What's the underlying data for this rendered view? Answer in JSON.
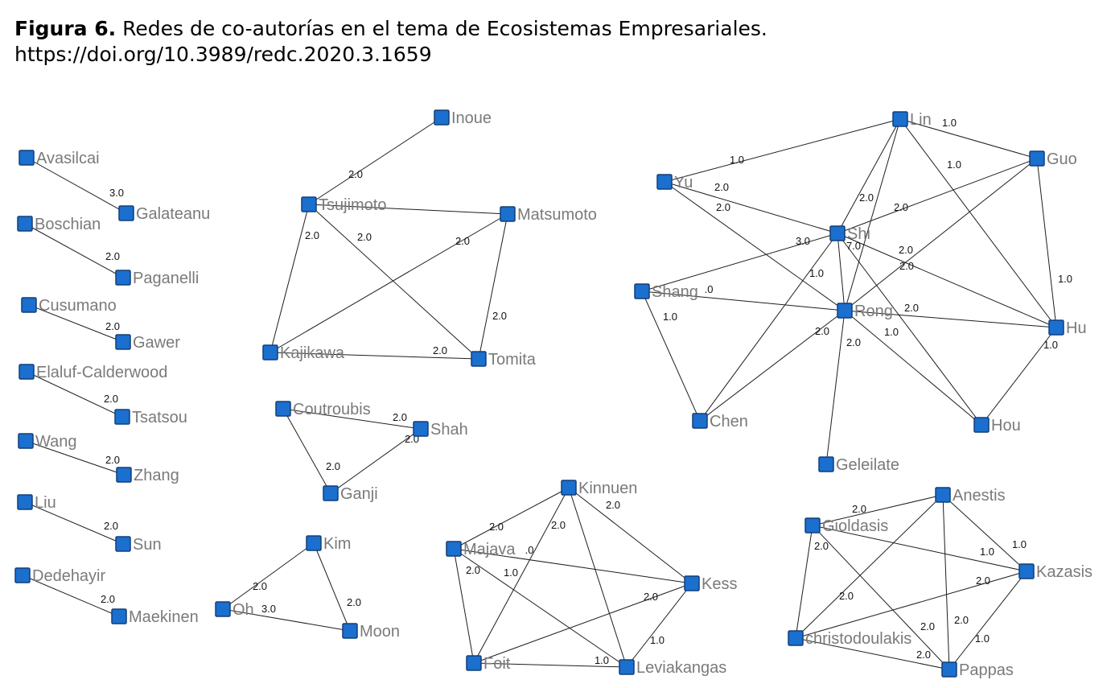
{
  "figure": {
    "label": "Figura 6.",
    "title": "Redes de co-autorías en el tema de Ecosistemas Empresariales.",
    "doi": "https://doi.org/10.3989/redc.2020.3.1659"
  },
  "network": {
    "nodes": [
      {
        "id": "avasilcai",
        "label": "Avasilcai"
      },
      {
        "id": "galateanu",
        "label": "Galateanu"
      },
      {
        "id": "boschian",
        "label": "Boschian"
      },
      {
        "id": "paganelli",
        "label": "Paganelli"
      },
      {
        "id": "cusumano",
        "label": "Cusumano"
      },
      {
        "id": "gawer",
        "label": "Gawer"
      },
      {
        "id": "elaluf",
        "label": "Elaluf-Calderwood"
      },
      {
        "id": "tsatsou",
        "label": "Tsatsou"
      },
      {
        "id": "wang",
        "label": "Wang"
      },
      {
        "id": "zhang",
        "label": "Zhang"
      },
      {
        "id": "liu",
        "label": "Liu"
      },
      {
        "id": "sun",
        "label": "Sun"
      },
      {
        "id": "dedehayir",
        "label": "Dedehayir"
      },
      {
        "id": "maekinen",
        "label": "Maekinen"
      },
      {
        "id": "inoue",
        "label": "Inoue"
      },
      {
        "id": "tsujimoto",
        "label": "Tsujimoto"
      },
      {
        "id": "matsumoto",
        "label": "Matsumoto"
      },
      {
        "id": "kajikawa",
        "label": "Kajikawa"
      },
      {
        "id": "tomita",
        "label": "Tomita"
      },
      {
        "id": "coutroubis",
        "label": "Coutroubis"
      },
      {
        "id": "shah",
        "label": "Shah"
      },
      {
        "id": "ganji",
        "label": "Ganji"
      },
      {
        "id": "kim",
        "label": "Kim"
      },
      {
        "id": "oh",
        "label": "Oh"
      },
      {
        "id": "moon",
        "label": "Moon"
      },
      {
        "id": "kinnuen",
        "label": "Kinnuen"
      },
      {
        "id": "majava",
        "label": "Majava"
      },
      {
        "id": "kess",
        "label": "Kess"
      },
      {
        "id": "foit",
        "label": "Foit"
      },
      {
        "id": "leviakangas",
        "label": "Leviakangas"
      },
      {
        "id": "lin",
        "label": "Lin"
      },
      {
        "id": "guo",
        "label": "Guo"
      },
      {
        "id": "yu",
        "label": "Yu"
      },
      {
        "id": "shi",
        "label": "Shi"
      },
      {
        "id": "shang",
        "label": "Shang"
      },
      {
        "id": "rong",
        "label": "Rong"
      },
      {
        "id": "hu",
        "label": "Hu"
      },
      {
        "id": "chen",
        "label": "Chen"
      },
      {
        "id": "hou",
        "label": "Hou"
      },
      {
        "id": "geleilate",
        "label": "Geleilate"
      },
      {
        "id": "anestis",
        "label": "Anestis"
      },
      {
        "id": "gioldasis",
        "label": "Gioldasis"
      },
      {
        "id": "kazasis",
        "label": "Kazasis"
      },
      {
        "id": "christodoulakis",
        "label": "christodoulakis"
      },
      {
        "id": "pappas",
        "label": "Pappas"
      }
    ],
    "edges": [
      {
        "source": "avasilcai",
        "target": "galateanu",
        "weight": "3.0"
      },
      {
        "source": "boschian",
        "target": "paganelli",
        "weight": "2.0"
      },
      {
        "source": "cusumano",
        "target": "gawer",
        "weight": "2.0"
      },
      {
        "source": "elaluf",
        "target": "tsatsou",
        "weight": "2.0"
      },
      {
        "source": "wang",
        "target": "zhang",
        "weight": "2.0"
      },
      {
        "source": "liu",
        "target": "sun",
        "weight": "2.0"
      },
      {
        "source": "dedehayir",
        "target": "maekinen",
        "weight": "2.0"
      },
      {
        "source": "inoue",
        "target": "tsujimoto",
        "weight": "2.0"
      },
      {
        "source": "tsujimoto",
        "target": "matsumoto",
        "weight": ""
      },
      {
        "source": "tsujimoto",
        "target": "kajikawa",
        "weight": "2.0"
      },
      {
        "source": "tsujimoto",
        "target": "tomita",
        "weight": "2.0"
      },
      {
        "source": "matsumoto",
        "target": "kajikawa",
        "weight": "2.0"
      },
      {
        "source": "matsumoto",
        "target": "tomita",
        "weight": "2.0"
      },
      {
        "source": "kajikawa",
        "target": "tomita",
        "weight": "2.0"
      },
      {
        "source": "coutroubis",
        "target": "shah",
        "weight": "2.0"
      },
      {
        "source": "coutroubis",
        "target": "ganji",
        "weight": "2.0"
      },
      {
        "source": "shah",
        "target": "ganji",
        "weight": "2.0"
      },
      {
        "source": "oh",
        "target": "kim",
        "weight": "2.0"
      },
      {
        "source": "oh",
        "target": "moon",
        "weight": "3.0"
      },
      {
        "source": "kim",
        "target": "moon",
        "weight": "2.0"
      },
      {
        "source": "kinnuen",
        "target": "majava",
        "weight": "2.0"
      },
      {
        "source": "kinnuen",
        "target": "kess",
        "weight": "2.0"
      },
      {
        "source": "kinnuen",
        "target": "foit",
        "weight": "2.0"
      },
      {
        "source": "kinnuen",
        "target": "leviakangas",
        "weight": ""
      },
      {
        "source": "majava",
        "target": "kess",
        "weight": ".0"
      },
      {
        "source": "majava",
        "target": "foit",
        "weight": "2.0"
      },
      {
        "source": "majava",
        "target": "leviakangas",
        "weight": "1.0"
      },
      {
        "source": "foit",
        "target": "kess",
        "weight": "2.0"
      },
      {
        "source": "foit",
        "target": "leviakangas",
        "weight": "1.0"
      },
      {
        "source": "kess",
        "target": "leviakangas",
        "weight": "1.0"
      },
      {
        "source": "lin",
        "target": "guo",
        "weight": "1.0"
      },
      {
        "source": "lin",
        "target": "yu",
        "weight": "1.0"
      },
      {
        "source": "lin",
        "target": "shi",
        "weight": "2.0"
      },
      {
        "source": "lin",
        "target": "rong",
        "weight": ""
      },
      {
        "source": "lin",
        "target": "hu",
        "weight": "1.0"
      },
      {
        "source": "guo",
        "target": "shi",
        "weight": "2.0"
      },
      {
        "source": "guo",
        "target": "rong",
        "weight": ""
      },
      {
        "source": "guo",
        "target": "hu",
        "weight": "1.0"
      },
      {
        "source": "yu",
        "target": "shi",
        "weight": "2.0"
      },
      {
        "source": "yu",
        "target": "rong",
        "weight": "2.0"
      },
      {
        "source": "shi",
        "target": "shang",
        "weight": "3.0"
      },
      {
        "source": "shi",
        "target": "rong",
        "weight": "7.0"
      },
      {
        "source": "shi",
        "target": "hu",
        "weight": "2.0"
      },
      {
        "source": "shi",
        "target": "chen",
        "weight": "1.0"
      },
      {
        "source": "shi",
        "target": "hou",
        "weight": "2.0"
      },
      {
        "source": "shang",
        "target": "rong",
        "weight": ".0"
      },
      {
        "source": "shang",
        "target": "chen",
        "weight": "1.0"
      },
      {
        "source": "rong",
        "target": "hu",
        "weight": "2.0"
      },
      {
        "source": "rong",
        "target": "chen",
        "weight": "2.0"
      },
      {
        "source": "rong",
        "target": "hou",
        "weight": "1.0"
      },
      {
        "source": "rong",
        "target": "geleilate",
        "weight": "2.0"
      },
      {
        "source": "hu",
        "target": "hou",
        "weight": "1.0"
      },
      {
        "source": "anestis",
        "target": "gioldasis",
        "weight": "2.0"
      },
      {
        "source": "anestis",
        "target": "kazasis",
        "weight": "1.0"
      },
      {
        "source": "anestis",
        "target": "christodoulakis",
        "weight": "2.0"
      },
      {
        "source": "anestis",
        "target": "pappas",
        "weight": "2.0"
      },
      {
        "source": "gioldasis",
        "target": "kazasis",
        "weight": "1.0"
      },
      {
        "source": "gioldasis",
        "target": "christodoulakis",
        "weight": "2.0"
      },
      {
        "source": "gioldasis",
        "target": "pappas",
        "weight": "2.0"
      },
      {
        "source": "kazasis",
        "target": "christodoulakis",
        "weight": "2.0"
      },
      {
        "source": "kazasis",
        "target": "pappas",
        "weight": "1.0"
      },
      {
        "source": "christodoulakis",
        "target": "pappas",
        "weight": "2.0"
      }
    ]
  }
}
